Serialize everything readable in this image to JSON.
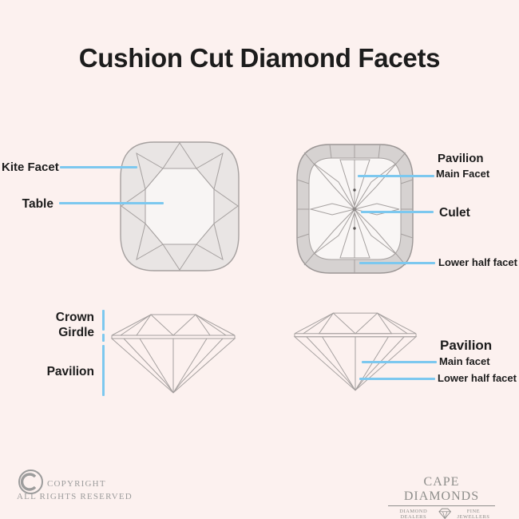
{
  "title": "Cushion Cut Diamond Facets",
  "colors": {
    "background": "#fcf1ef",
    "pointer_blue": "#7cc8ef",
    "label_text": "#1c1c1c",
    "wireframe": "#a5a09f",
    "footer_gray": "#9c9c9c",
    "brand_gray": "#8e8e8b"
  },
  "crown_view": {
    "labels": {
      "kite_facet": "Kite Facet",
      "table": "Table"
    }
  },
  "pavilion_view": {
    "labels": {
      "pavilion": "Pavilion",
      "main_facet": "Main Facet",
      "culet": "Culet",
      "lower_half_facet": "Lower half facet"
    }
  },
  "profile_left": {
    "labels": {
      "crown": "Crown",
      "girdle": "Girdle",
      "pavilion": "Pavilion"
    }
  },
  "profile_right": {
    "labels": {
      "pavilion": "Pavilion",
      "main_facet": "Main facet",
      "lower_half_facet": "Lower half facet"
    }
  },
  "footer": {
    "copyright_word": "COPYRIGHT",
    "rights": "ALL RIGHTS RESERVED",
    "brand": "CAPE DIAMONDS",
    "brand_tag_left": "DIAMOND DEALERS",
    "brand_tag_right": "FINE JEWELLERS"
  },
  "icons": {
    "copyright": "copyright-icon",
    "brand_diamond": "diamond-icon"
  }
}
